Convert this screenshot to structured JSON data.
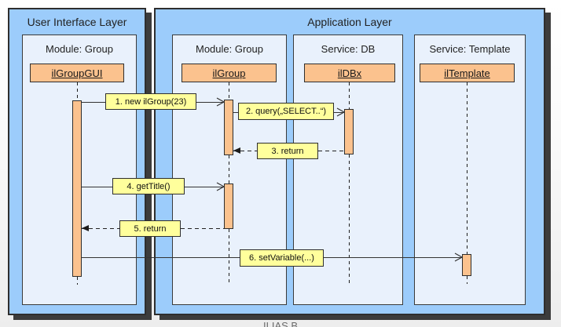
{
  "layers": {
    "ui": {
      "title": "User Interface Layer",
      "modules": [
        {
          "title": "Module: Group",
          "class_name": "ilGroupGUI"
        }
      ]
    },
    "app": {
      "title": "Application Layer",
      "modules": [
        {
          "title": "Module: Group",
          "class_name": "ilGroup"
        },
        {
          "title": "Service: DB",
          "class_name": "ilDBx"
        },
        {
          "title": "Service: Template",
          "class_name": "ilTemplate"
        }
      ]
    }
  },
  "messages": [
    {
      "label": "1. new ilGroup(23)",
      "type": "call",
      "from": "ilGroupGUI",
      "to": "ilGroup"
    },
    {
      "label": "2. query(„SELECT..“)",
      "type": "call",
      "from": "ilGroup",
      "to": "ilDBx"
    },
    {
      "label": "3. return",
      "type": "return",
      "from": "ilDBx",
      "to": "ilGroup"
    },
    {
      "label": "4. getTitle()",
      "type": "call",
      "from": "ilGroupGUI",
      "to": "ilGroup"
    },
    {
      "label": "5. return",
      "type": "return",
      "from": "ilGroup",
      "to": "ilGroupGUI"
    },
    {
      "label": "6. setVariable(...)",
      "type": "call",
      "from": "ilGroupGUI",
      "to": "ilTemplate"
    }
  ],
  "caption_clipped": "ILIAS B",
  "colors": {
    "panel_blue": "#9CCCFB",
    "inner_box_fill": "#E9F1FC",
    "class_orange": "#FBC28E",
    "label_yellow": "#FFFF9C",
    "shadow_gray": "#3C3C3C",
    "border_dark": "#2E2E2E"
  }
}
